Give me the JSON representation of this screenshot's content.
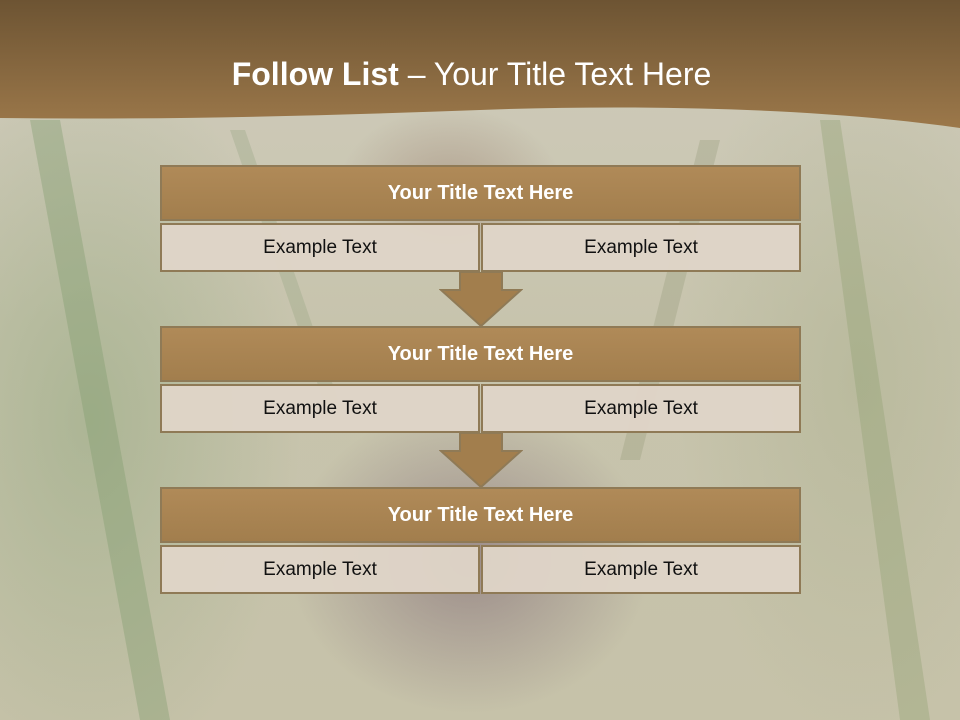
{
  "header": {
    "title_bold": "Follow List",
    "title_rest": " – Your Title Text Here"
  },
  "blocks": [
    {
      "title": "Your Title Text Here",
      "left": "Example Text",
      "right": "Example Text"
    },
    {
      "title": "Your Title Text Here",
      "left": "Example Text",
      "right": "Example Text"
    },
    {
      "title": "Your Title Text Here",
      "left": "Example Text",
      "right": "Example Text"
    }
  ],
  "colors": {
    "header_brown": "#8a6a3e",
    "title_bar": "#a98552",
    "cell_bg": "#dfd5c8",
    "border": "#8f7a56"
  }
}
